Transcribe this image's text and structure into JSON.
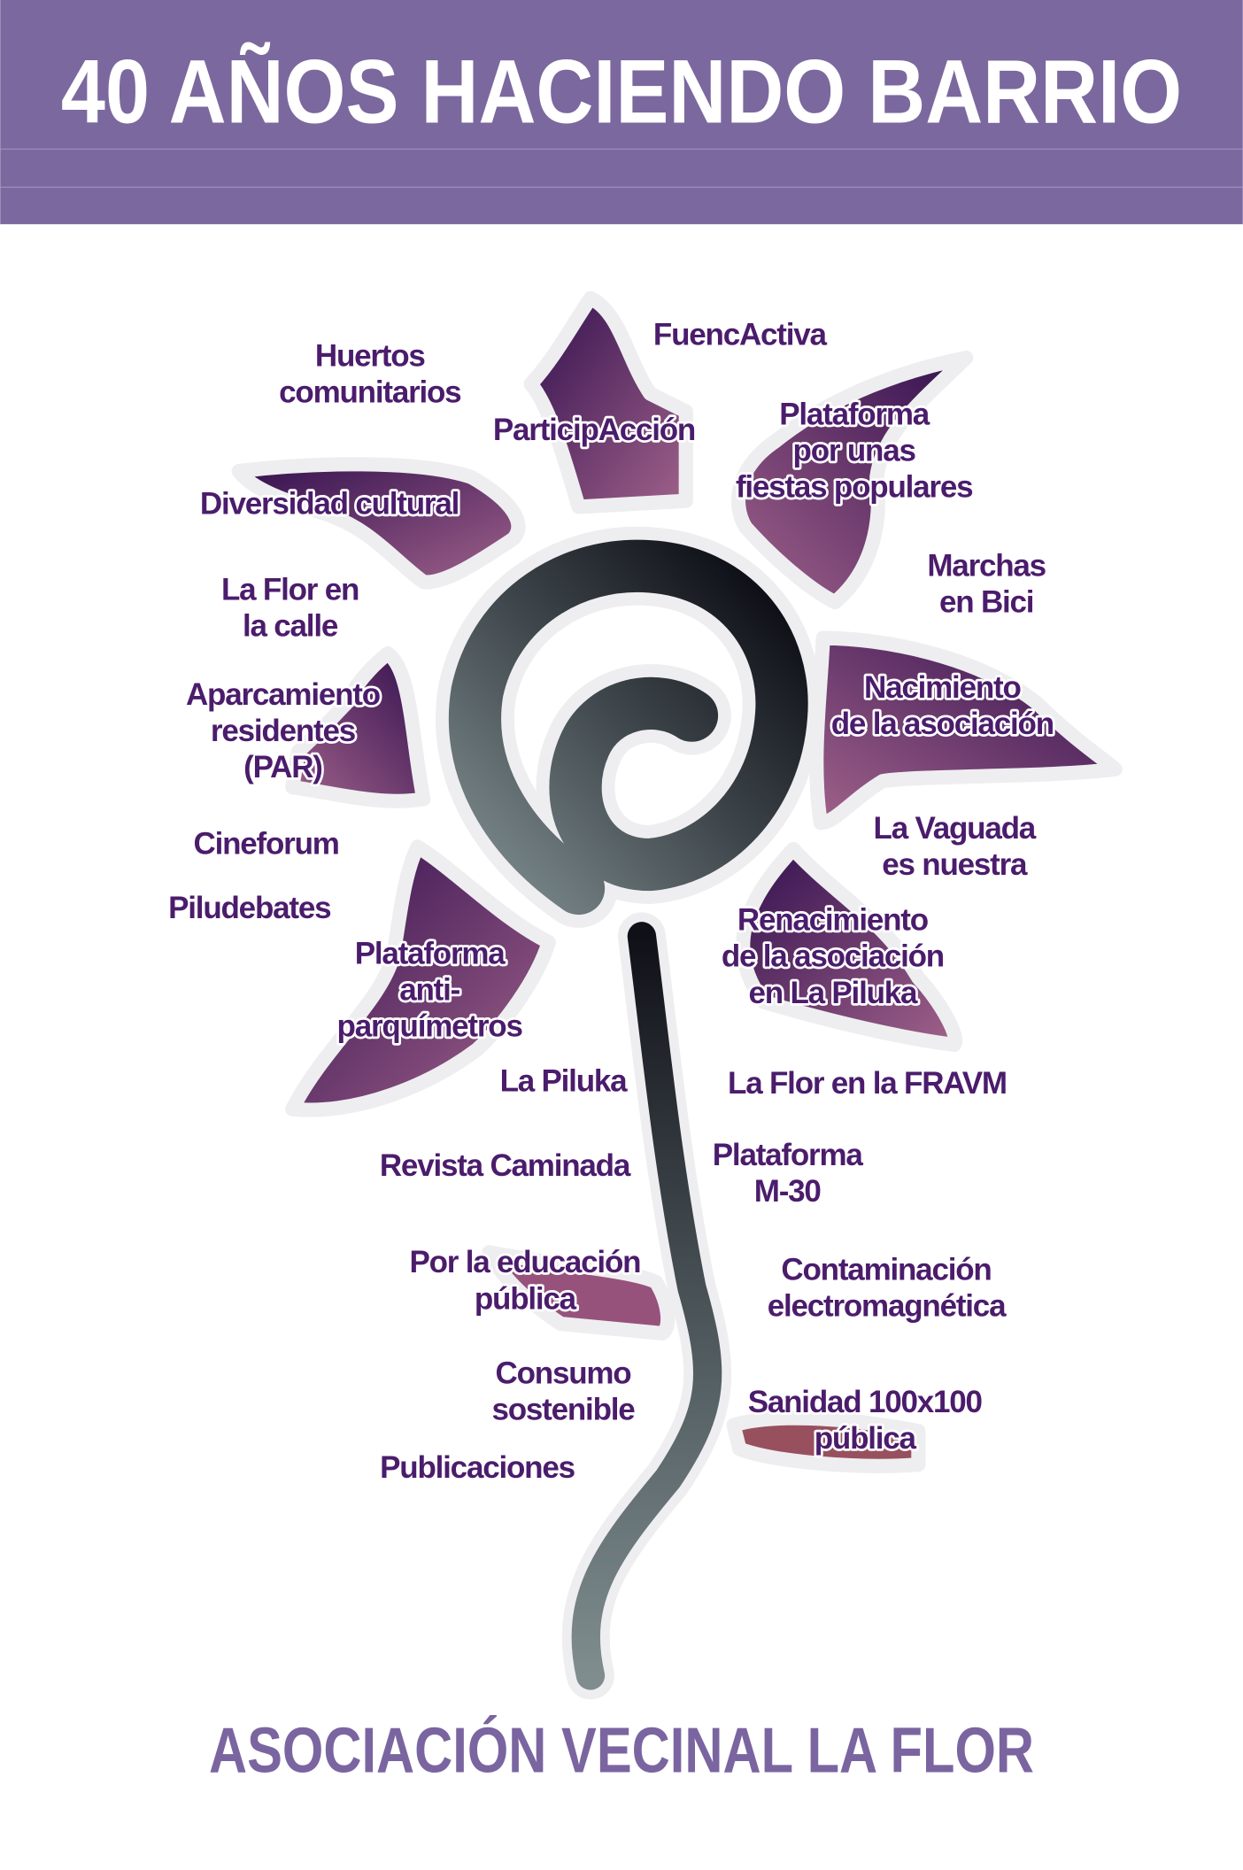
{
  "header": {
    "title": "40 AÑOS HACIENDO BARRIO"
  },
  "footer": {
    "organization": "ASOCIACIÓN VECINAL LA FLOR"
  },
  "colors": {
    "header_bg": "#7b689e",
    "header_line": "#9d8cbf",
    "label": "#4b1c6c",
    "footer_text": "#7a65a0",
    "petal_dark": "#3a1458",
    "petal_light": "#9a5a85"
  },
  "labels": [
    {
      "lines": [
        "Huertos",
        "comunitarios"
      ]
    },
    {
      "lines": [
        "FuencActiva"
      ]
    },
    {
      "lines": [
        "ParticipAcción"
      ]
    },
    {
      "lines": [
        "Plataforma",
        "por unas",
        "fiestas populares"
      ]
    },
    {
      "lines": [
        "Diversidad cultural"
      ]
    },
    {
      "lines": [
        "Marchas",
        "en Bici"
      ]
    },
    {
      "lines": [
        "La Flor en",
        "la calle"
      ]
    },
    {
      "lines": [
        "Nacimiento",
        "de la asociación"
      ]
    },
    {
      "lines": [
        "Aparcamiento",
        "residentes",
        "(PAR)"
      ]
    },
    {
      "lines": [
        "La Vaguada",
        "es nuestra"
      ]
    },
    {
      "lines": [
        "Cineforum"
      ]
    },
    {
      "lines": [
        "Piludebates"
      ]
    },
    {
      "lines": [
        "Renacimiento",
        "de la asociación",
        "en La Piluka"
      ]
    },
    {
      "lines": [
        "Plataforma",
        "anti-",
        "parquímetros"
      ]
    },
    {
      "lines": [
        "La Piluka"
      ]
    },
    {
      "lines": [
        "La Flor en la FRAVM"
      ]
    },
    {
      "lines": [
        "Revista Caminada"
      ]
    },
    {
      "lines": [
        "Plataforma",
        "M-30"
      ]
    },
    {
      "lines": [
        "Por la educación",
        "pública"
      ]
    },
    {
      "lines": [
        "Contaminación",
        "electromagnética"
      ]
    },
    {
      "lines": [
        "Consumo",
        "sostenible"
      ]
    },
    {
      "lines": [
        "Sanidad 100x100",
        "pública"
      ]
    },
    {
      "lines": [
        "Publicaciones"
      ]
    }
  ]
}
